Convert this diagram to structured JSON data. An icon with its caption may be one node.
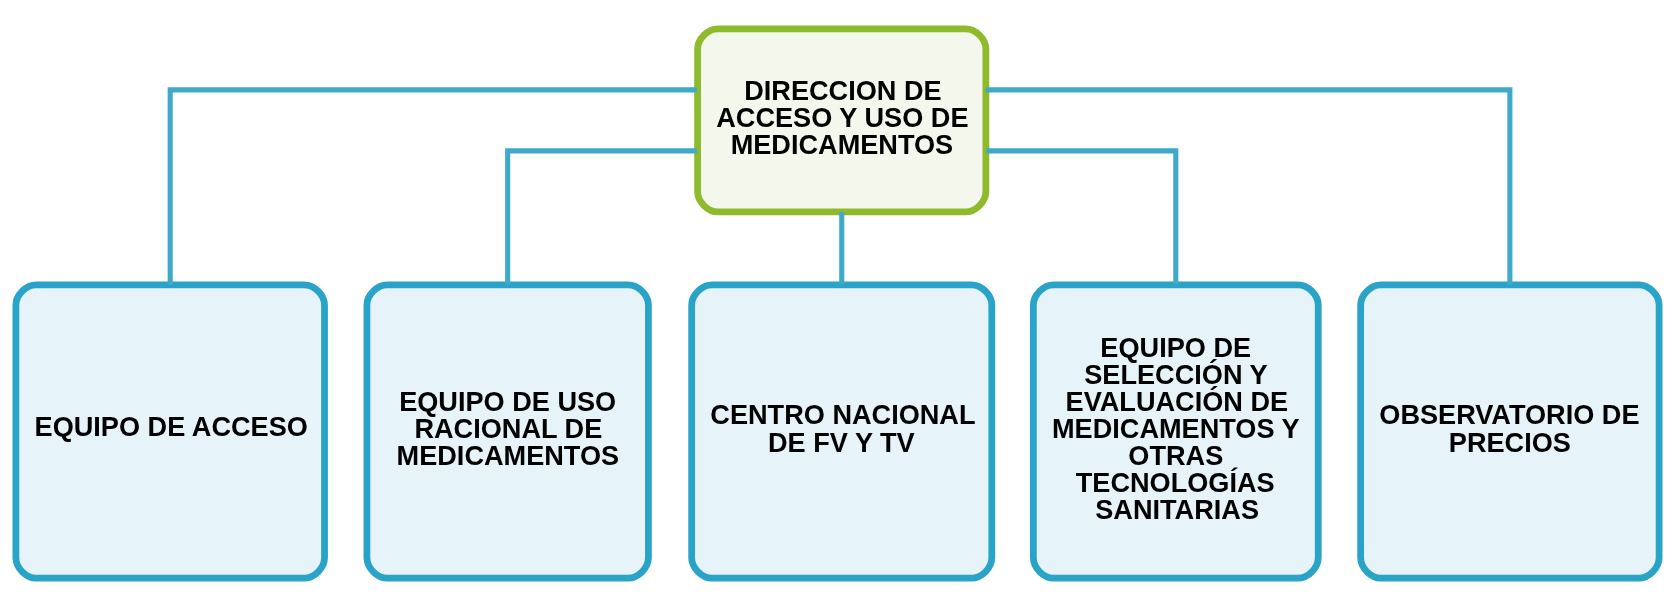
{
  "diagram": {
    "nodes": [
      {
        "text": [
          "DIRECCION DE ACCESO Y USO DE MEDICAMENTOS"
        ]
      },
      {
        "text": [
          "EQUIPO DE ACCESO"
        ]
      },
      {
        "text": [
          "EQUIPO DE USO RACIONAL DE MEDICAMENTOS"
        ]
      },
      {
        "text": [
          "CENTRO NACIONAL DE FV Y TV"
        ]
      },
      {
        "text": [
          "EQUIPO DE SELECCIÓN Y EVALUACIÓN DE MEDICAMENTOS Y OTRAS TECNOLOGÍAS SANITARIAS"
        ]
      },
      {
        "text": [
          "OBSERVATORIO DE PRECIOS"
        ]
      }
    ],
    "edges": [
      {
        "from": 0,
        "to": 1,
        "arrow": "none"
      },
      {
        "from": 0,
        "to": 2,
        "arrow": "none"
      },
      {
        "from": 0,
        "to": 3,
        "arrow": "none"
      },
      {
        "from": 0,
        "to": 4,
        "arrow": "none"
      },
      {
        "from": 0,
        "to": 5,
        "arrow": "none"
      }
    ]
  }
}
